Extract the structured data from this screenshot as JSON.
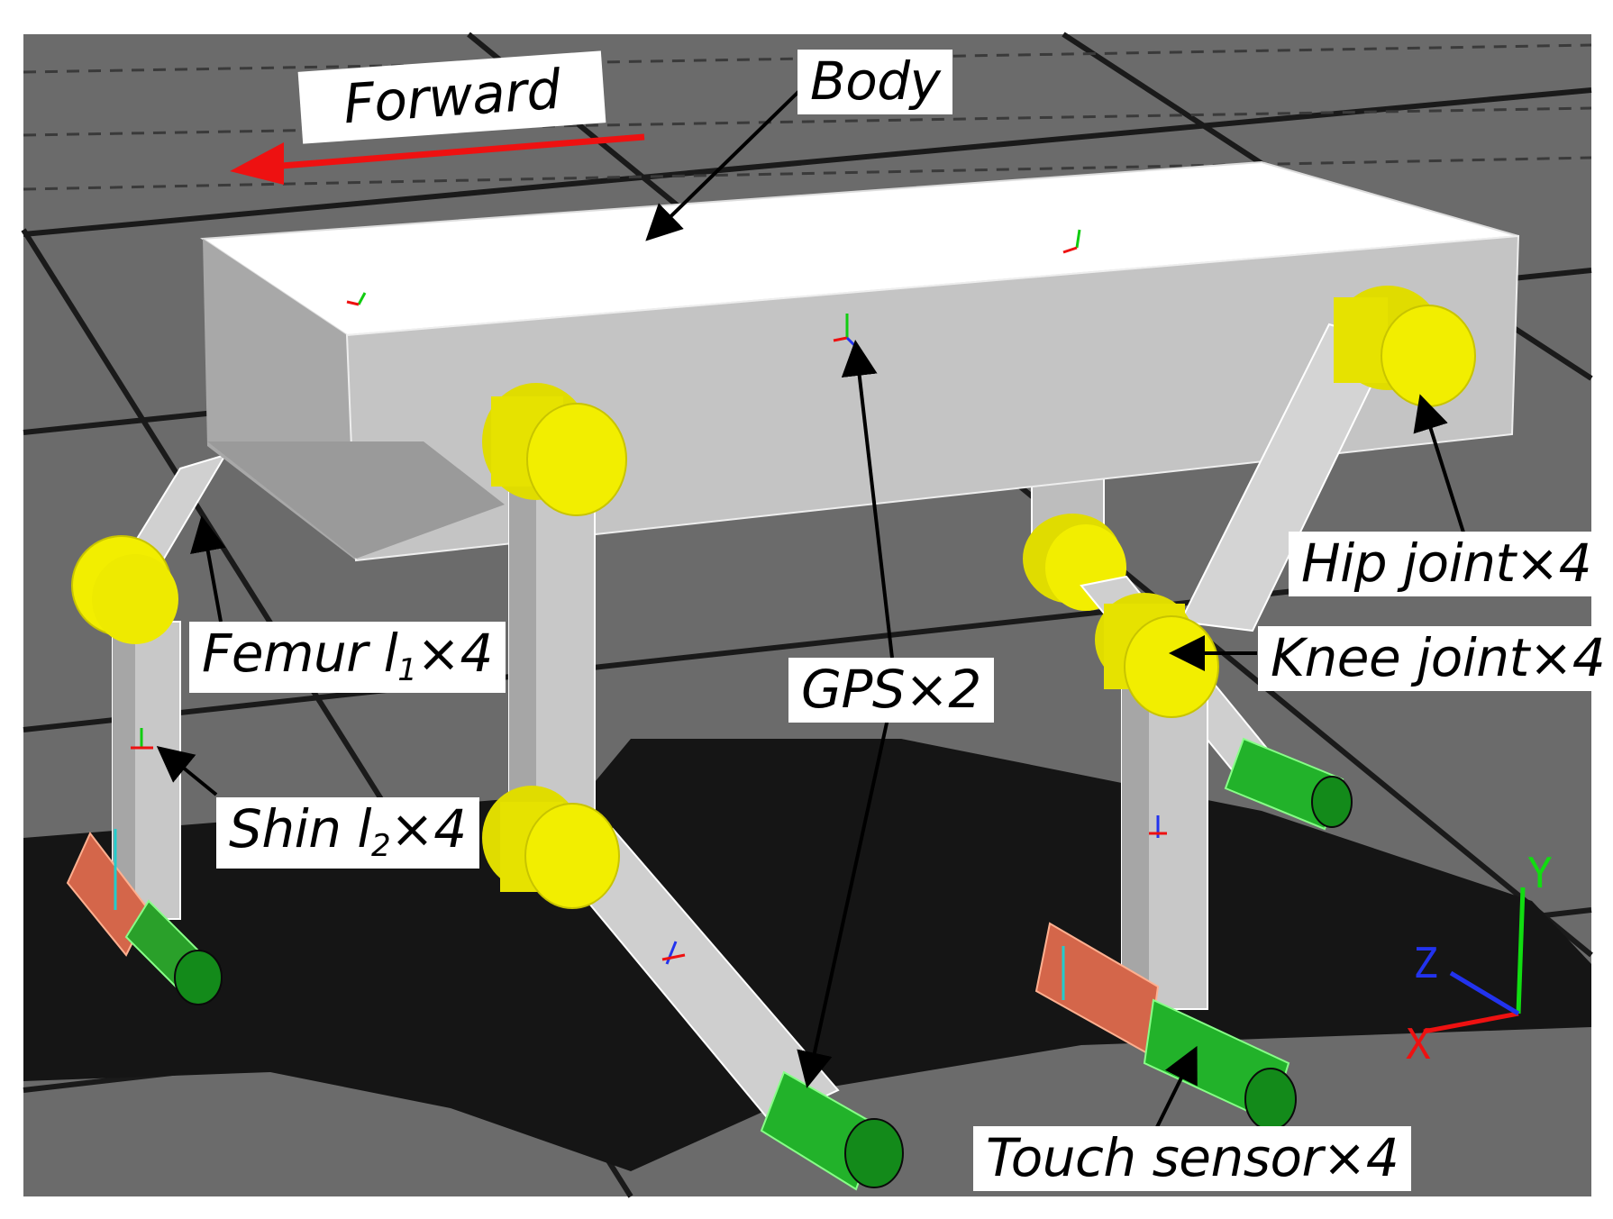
{
  "labels": {
    "forward": "Forward",
    "body": "Body",
    "hip_joint": "Hip joint×4",
    "knee_joint": "Knee joint×4",
    "femur_prefix": "Femur l",
    "femur_sub": "1",
    "femur_suffix": "×4",
    "shin_prefix": "Shin l",
    "shin_sub": "2",
    "shin_suffix": "×4",
    "gps": "GPS×2",
    "touch_sensor": "Touch sensor×4"
  },
  "axes": {
    "x": "X",
    "y": "Y",
    "z": "Z"
  },
  "colors": {
    "ground": "#6b6b6b",
    "ground_lines": "#1a1a1a",
    "shadow": "#151515",
    "body_top": "#ffffff",
    "body_front": "#c4c4c4",
    "joint": "#f2ee00",
    "foot": "#22b22a",
    "forward_arrow": "#ee1111",
    "axis_x": "#ee1111",
    "axis_y": "#11dd11",
    "axis_z": "#2233ee"
  }
}
